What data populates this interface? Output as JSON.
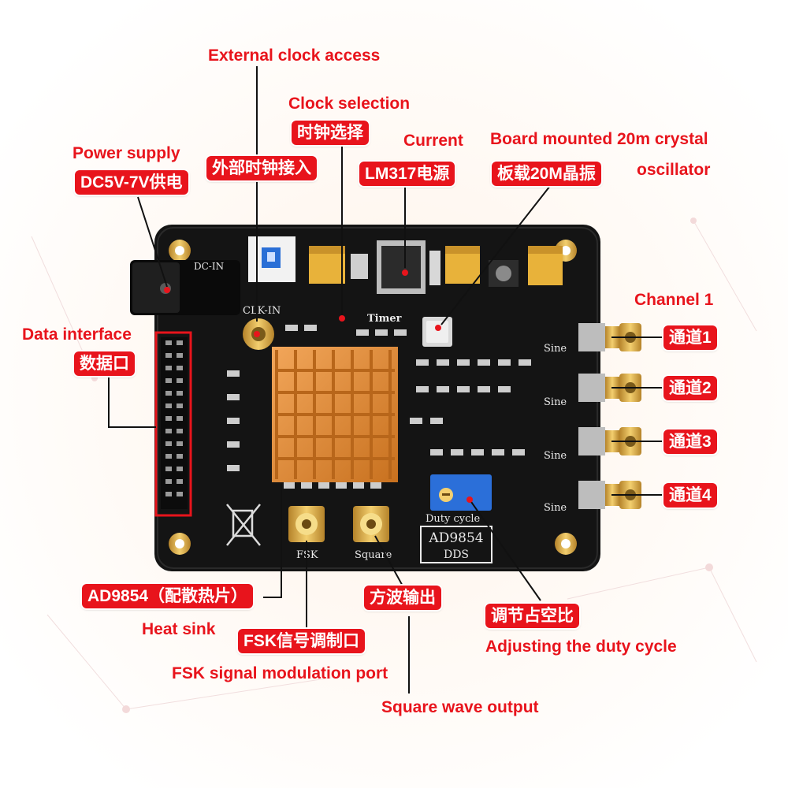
{
  "labels": {
    "ext_clock_en": "External clock access",
    "ext_clock_cn": "外部时钟接入",
    "clock_sel_en": "Clock selection",
    "clock_sel_cn": "时钟选择",
    "current_en": "Current",
    "current_cn": "LM317电源",
    "crystal_en_1": "Board mounted 20m crystal",
    "crystal_en_2": "oscillator",
    "crystal_cn": "板载20M晶振",
    "power_en": "Power supply",
    "power_cn": "DC5V-7V供电",
    "data_if_en": "Data interface",
    "data_if_cn": "数据口",
    "channel1_en": "Channel 1",
    "ch1_cn": "通道1",
    "ch2_cn": "通道2",
    "ch3_cn": "通道3",
    "ch4_cn": "通道4",
    "heatsink_cn": "AD9854（配散热片）",
    "heatsink_en": "Heat sink",
    "fsk_cn": "FSK信号调制口",
    "fsk_en": "FSK signal modulation port",
    "square_cn": "方波输出",
    "square_en": "Square wave output",
    "duty_cn": "调节占空比",
    "duty_en": "Adjusting the duty cycle"
  },
  "board_silkscreen": {
    "dc_in": "DC-IN",
    "clk_in": "CLK-IN",
    "timer": "Timer",
    "sine": "Sine",
    "fsk": "FSK",
    "square": "Square",
    "duty_cycle": "Duty cycle",
    "chip_name": "AD9854",
    "chip_type": "DDS"
  },
  "colors": {
    "accent_red": "#e8141c",
    "pcb_black": "#141414",
    "heatsink_orange": "#e08a2e",
    "gold": "#d9a63f"
  }
}
